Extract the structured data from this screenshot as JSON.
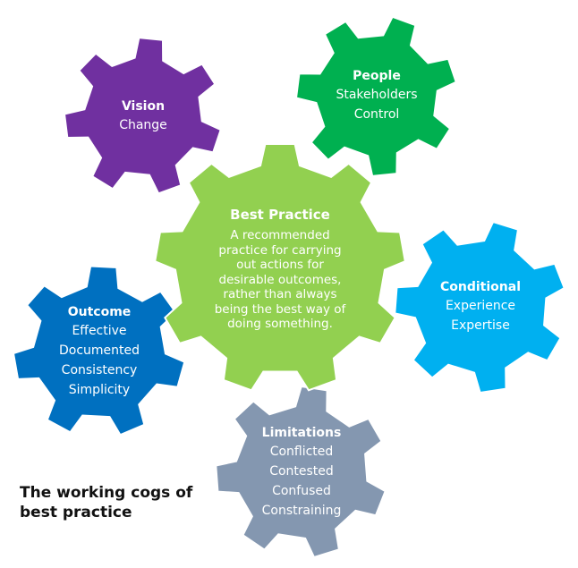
{
  "caption": [
    "The working cogs of",
    "best practice"
  ],
  "colors": {
    "vision": "#7030a0",
    "people": "#00b050",
    "center": "#92d050",
    "conditional": "#00b0f0",
    "outcome": "#0070c0",
    "limitations": "#8497b0"
  },
  "gears": {
    "vision": {
      "title": "Vision",
      "lines": [
        "Change"
      ]
    },
    "people": {
      "title": "People",
      "lines": [
        "Stakeholders",
        "Control"
      ]
    },
    "center": {
      "title": "Best Practice",
      "lines": [
        "A recommended",
        "practice for carrying",
        "out actions for",
        "desirable outcomes,",
        "rather than always",
        "being the best way of",
        "doing something."
      ]
    },
    "conditional": {
      "title": "Conditional",
      "lines": [
        "Experience",
        "Expertise"
      ]
    },
    "outcome": {
      "title": "Outcome",
      "lines": [
        "Effective",
        "Documented",
        "Consistency",
        "Simplicity"
      ]
    },
    "limitations": {
      "title": "Limitations",
      "lines": [
        "Conflicted",
        "Contested",
        "Confused",
        "Constraining"
      ]
    }
  }
}
